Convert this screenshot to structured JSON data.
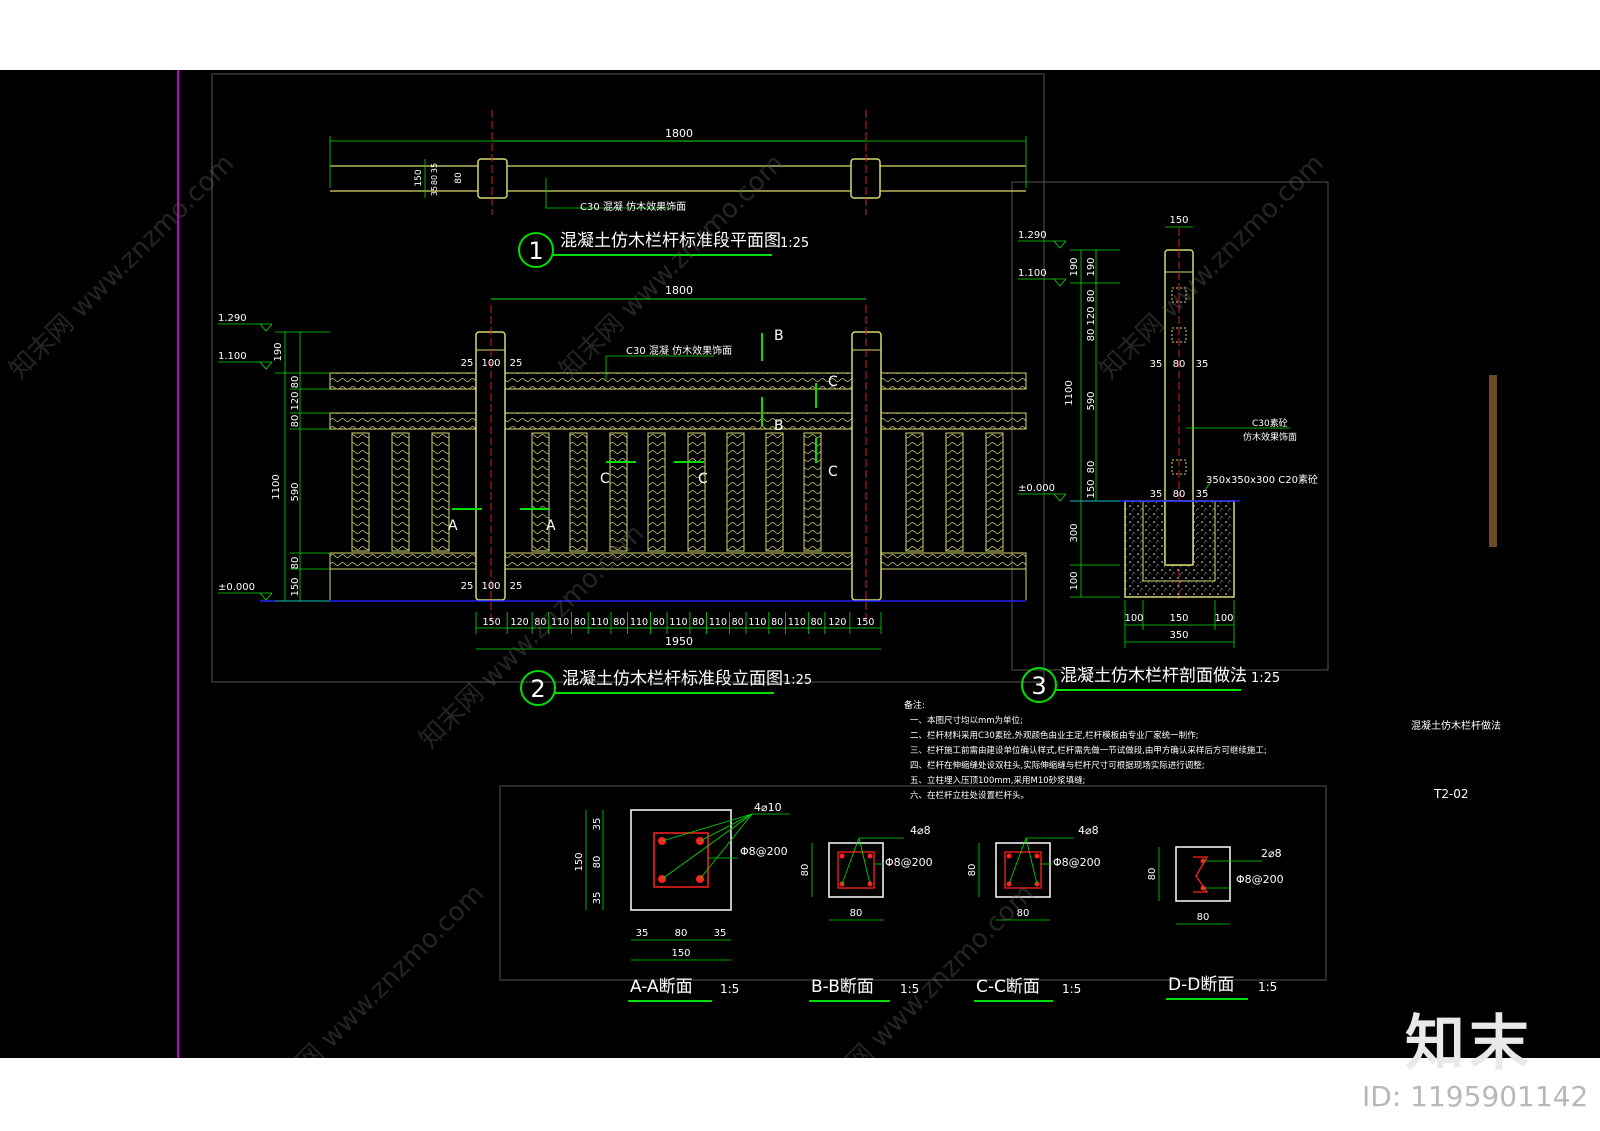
{
  "plan_view": {
    "number": "1",
    "title": "混凝土仿木栏杆标准段平面图",
    "scale": "1:25",
    "dim_span": "1800",
    "dims_left": [
      "150",
      "35",
      "80",
      "35"
    ],
    "dim_post": "80",
    "note": "C30 混凝   仿木效果饰面"
  },
  "elevation_view": {
    "number": "2",
    "title": "混凝土仿木栏杆标准段立面图",
    "scale": "1:25",
    "dim_span": "1800",
    "level_top": "1.290",
    "level_rail": "1.100",
    "level_ground": "±0.000",
    "dims_left": [
      "190",
      "80",
      "120",
      "80",
      "590",
      "80",
      "150"
    ],
    "dim_total": "1100",
    "post_top_dims": [
      "25",
      "100",
      "25"
    ],
    "post_bottom_dims": [
      "25",
      "100",
      "25"
    ],
    "bottom_dims": [
      "150",
      "120",
      "80",
      "110",
      "80",
      "110",
      "80",
      "110",
      "80",
      "110",
      "80",
      "110",
      "80",
      "110",
      "80",
      "110",
      "80",
      "120",
      "150"
    ],
    "bottom_total": "1950",
    "note": "C30 混凝   仿木效果饰面",
    "section_marks": [
      "A",
      "A",
      "B",
      "B",
      "C",
      "C",
      "C",
      "C"
    ]
  },
  "section_view": {
    "number": "3",
    "title": "混凝土仿木栏杆剖面做法",
    "scale": "1:25",
    "level_top": "1.290",
    "level_rail": "1.100",
    "level_ground": "±0.000",
    "dim_top": "150",
    "dims_left_outer": [
      "190",
      "1100",
      "300",
      "100"
    ],
    "dims_left_inner": [
      "190",
      "80",
      "120",
      "80",
      "590",
      "80",
      "150"
    ],
    "dims_mid": [
      "35",
      "80",
      "35"
    ],
    "dims_mid2": [
      "35",
      "80",
      "35"
    ],
    "foundation_note": "350x350x300 C20素砼",
    "material_note_1": "C30素砼",
    "material_note_2": "仿木效果饰面",
    "bottom_dims": [
      "100",
      "150",
      "100"
    ],
    "bottom_total": "350"
  },
  "notes": {
    "heading": "备注:",
    "items": [
      "一、本图尺寸均以mm为单位;",
      "二、栏杆材料采用C30素砼,外观颜色由业主定,栏杆模板由专业厂家统一制作;",
      "三、栏杆施工前需由建设单位确认样式,栏杆需先做一节试做段,由甲方确认采样后方可继续施工;",
      "四、栏杆在伸缩缝处设双柱头,实际伸缩缝与栏杆尺寸可根据现场实际进行调整;",
      "五、立柱埋入压顶100mm,采用M10砂浆填缝;",
      "六、在栏杆立柱处设置栏杆头。"
    ]
  },
  "title_block": {
    "drawing_name": "混凝土仿木栏杆做法",
    "drawing_number": "T2-02"
  },
  "sections": [
    {
      "title": "A-A断面",
      "scale": "1:5",
      "rebar": "4⌀10",
      "stirrup": "Φ8@200",
      "dims_v": [
        "35",
        "80",
        "35"
      ],
      "dim_v_total": "150",
      "dims_h": [
        "35",
        "80",
        "35"
      ],
      "dim_h_total": "150"
    },
    {
      "title": "B-B断面",
      "scale": "1:5",
      "rebar": "4⌀8",
      "stirrup": "Φ8@200",
      "dim_v": "80",
      "dim_h": "80"
    },
    {
      "title": "C-C断面",
      "scale": "1:5",
      "rebar": "4⌀8",
      "stirrup": "Φ8@200",
      "dim_v": "80",
      "dim_h": "80"
    },
    {
      "title": "D-D断面",
      "scale": "1:5",
      "rebar": "2⌀8",
      "stirrup": "Φ8@200",
      "dim_v": "80",
      "dim_h": "80"
    }
  ],
  "watermark": {
    "logo": "知末",
    "id": "ID: 1195901142",
    "site": "知末网 www.znzmo.com"
  },
  "colors": {
    "background": "#000000",
    "outline": "#d8d870",
    "dimension": "#00e000",
    "text": "#ffffff",
    "rebar": "#ff2020",
    "centerline": "#d02020",
    "ground": "#2020ff",
    "sheet_border": "#c000c0"
  }
}
